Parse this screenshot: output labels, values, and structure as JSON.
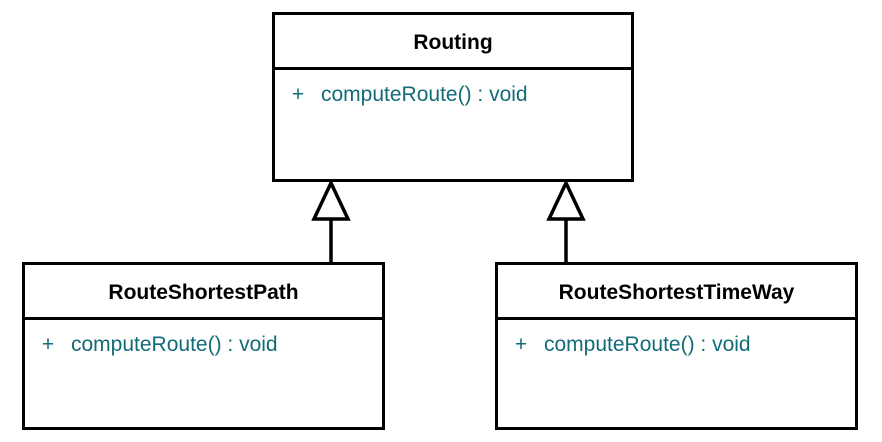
{
  "diagram": {
    "type": "uml-class-diagram",
    "background_color": "#ffffff",
    "line_color": "#000000",
    "class_name_color": "#000000",
    "member_color": "#136b78",
    "classes": [
      {
        "id": "routing",
        "name": "Routing",
        "members": [
          {
            "visibility": "+",
            "signature": "computeRoute() : void"
          }
        ]
      },
      {
        "id": "route-shortest-path",
        "name": "RouteShortestPath",
        "members": [
          {
            "visibility": "+",
            "signature": "computeRoute() : void"
          }
        ]
      },
      {
        "id": "route-shortest-time-way",
        "name": "RouteShortestTimeWay",
        "members": [
          {
            "visibility": "+",
            "signature": "computeRoute() : void"
          }
        ]
      }
    ],
    "relationships": [
      {
        "id": "gen-left",
        "kind": "generalization",
        "from": "RouteShortestPath",
        "to": "Routing"
      },
      {
        "id": "gen-right",
        "kind": "generalization",
        "from": "RouteShortestTimeWay",
        "to": "Routing"
      }
    ]
  }
}
